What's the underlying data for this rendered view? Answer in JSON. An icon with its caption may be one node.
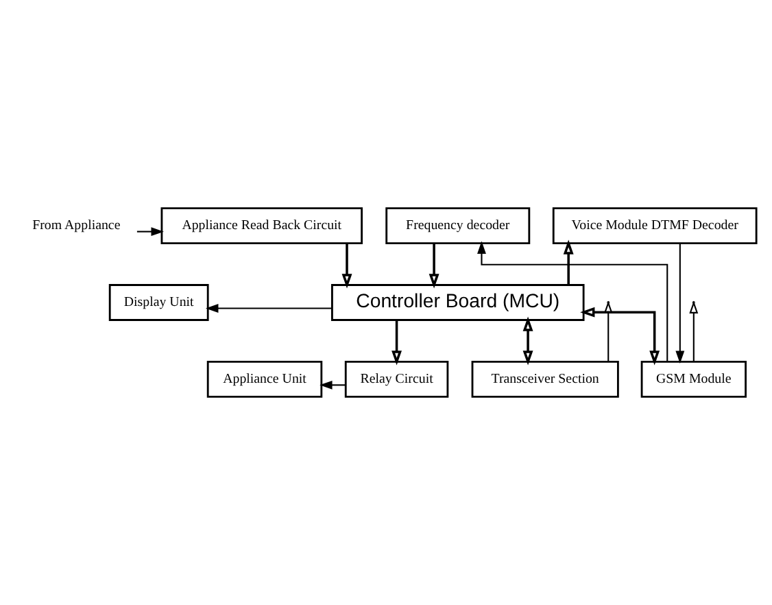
{
  "diagram": {
    "nodes": [
      {
        "text": [
          "From Appliance"
        ]
      },
      {
        "text": [
          "Appliance Read Back Circuit"
        ]
      },
      {
        "text": [
          "Frequency decoder"
        ]
      },
      {
        "text": [
          "Voice Module DTMF Decoder"
        ]
      },
      {
        "text": [
          "Display Unit"
        ]
      },
      {
        "text": [
          "Controller Board (MCU)"
        ]
      },
      {
        "text": [
          "Appliance Unit"
        ]
      },
      {
        "text": [
          "Relay Circuit"
        ]
      },
      {
        "text": [
          "Transceiver Section"
        ]
      },
      {
        "text": [
          "GSM Module"
        ]
      }
    ],
    "edges": [
      {
        "from": 0,
        "to": 1,
        "arrow": "to"
      },
      {
        "from": 1,
        "to": 5,
        "arrow": "to"
      },
      {
        "from": 2,
        "to": 5,
        "arrow": "to"
      },
      {
        "from": 5,
        "to": 3,
        "arrow": "to"
      },
      {
        "from": 5,
        "to": 4,
        "arrow": "to"
      },
      {
        "from": 5,
        "to": 7,
        "arrow": "to"
      },
      {
        "from": 5,
        "to": 8,
        "arrow": "both"
      },
      {
        "from": 5,
        "to": 9,
        "arrow": "both"
      },
      {
        "from": 7,
        "to": 6,
        "arrow": "to"
      },
      {
        "from": 8,
        "to": null,
        "arrow": "to"
      },
      {
        "from": 9,
        "to": null,
        "arrow": "to"
      },
      {
        "from": 3,
        "to": 9,
        "arrow": "to"
      },
      {
        "from": 9,
        "to": 2,
        "arrow": "to"
      }
    ]
  }
}
